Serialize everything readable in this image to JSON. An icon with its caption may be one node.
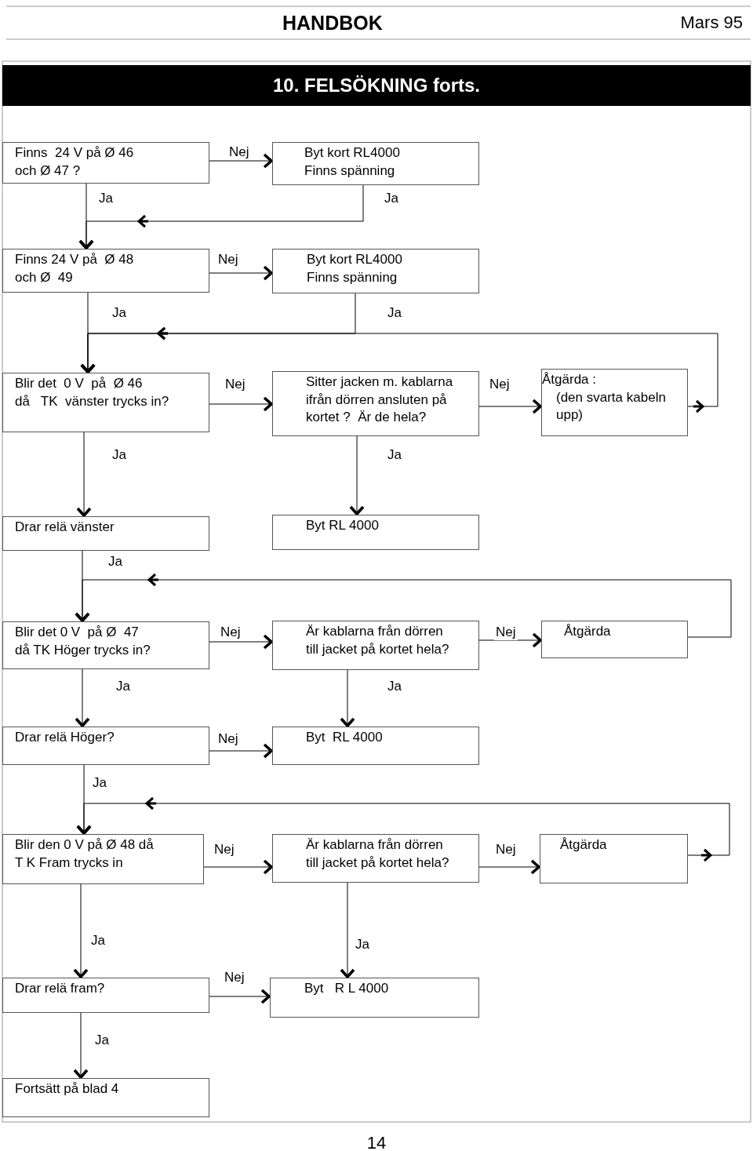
{
  "diagram": {
    "title": "10. FELSÖKNING forts.",
    "nodes": [
      {
        "text": [
          "Finns  24 V på Ø 46 och Ø 47 ?"
        ]
      },
      {
        "text": [
          "Byt kort RL4000 Finns spänning"
        ]
      },
      {
        "text": [
          "Finns 24 V på  Ø 48 och Ø  49"
        ]
      },
      {
        "text": [
          "Byt kort RL4000 Finns spänning"
        ]
      },
      {
        "text": [
          "Blir det  0 V  på  Ø 46 då   TK  vänster trycks in?"
        ]
      },
      {
        "text": [
          "Sitter jacken m. kablarna ifrån dörren ansluten på kortet ?  Är de hela?"
        ]
      },
      {
        "text": [
          "Åtgärda :",
          "(den svarta kabeln upp)"
        ]
      },
      {
        "text": [
          "Drar relä vänster"
        ]
      },
      {
        "text": [
          "Byt RL 4000"
        ]
      },
      {
        "text": [
          "Blir det 0 V  på Ø  47 då TK Höger trycks in?"
        ]
      },
      {
        "text": [
          "Är kablarna från dörren till jacket på kortet hela?"
        ]
      },
      {
        "text": [
          "Åtgärda"
        ]
      },
      {
        "text": [
          "Drar relä Höger?"
        ]
      },
      {
        "text": [
          "Byt  RL 4000"
        ]
      },
      {
        "text": [
          "Blir den 0 V på Ø 48 då T K Fram trycks in"
        ]
      },
      {
        "text": [
          "Är kablarna från dörren till jacket på kortet hela?"
        ]
      },
      {
        "text": [
          "Åtgärda"
        ]
      },
      {
        "text": [
          "Drar relä fram?"
        ]
      },
      {
        "text": [
          "Byt   R L 4000"
        ]
      },
      {
        "text": [
          "Fortsätt på blad 4"
        ]
      }
    ],
    "edges": [
      {
        "from": 0,
        "to": 1,
        "arrow": "to",
        "label": "Nej"
      },
      {
        "from": 0,
        "to": 2,
        "arrow": "to",
        "label": "Ja"
      },
      {
        "from": 1,
        "to": 2,
        "arrow": "to",
        "label": "Ja"
      },
      {
        "from": 2,
        "to": 3,
        "arrow": "to",
        "label": "Nej"
      },
      {
        "from": 2,
        "to": 4,
        "arrow": "to",
        "label": "Ja"
      },
      {
        "from": 3,
        "to": 4,
        "arrow": "to",
        "label": "Ja"
      },
      {
        "from": 6,
        "to": 4,
        "arrow": "to"
      },
      {
        "from": 4,
        "to": 5,
        "arrow": "to",
        "label": "Nej"
      },
      {
        "from": 5,
        "to": 6,
        "arrow": "to",
        "label": "Nej"
      },
      {
        "from": 4,
        "to": 7,
        "arrow": "to",
        "label": "Ja"
      },
      {
        "from": 5,
        "to": 8,
        "arrow": "to",
        "label": "Ja"
      },
      {
        "from": 7,
        "to": 9,
        "arrow": "to",
        "label": "Ja"
      },
      {
        "from": 11,
        "to": 9,
        "arrow": "to"
      },
      {
        "from": 9,
        "to": 10,
        "arrow": "to",
        "label": "Nej"
      },
      {
        "from": 10,
        "to": 11,
        "arrow": "to",
        "label": "Nej"
      },
      {
        "from": 9,
        "to": 12,
        "arrow": "to",
        "label": "Ja"
      },
      {
        "from": 10,
        "to": 13,
        "arrow": "to",
        "label": "Ja"
      },
      {
        "from": 12,
        "to": 13,
        "arrow": "to",
        "label": "Nej"
      },
      {
        "from": 12,
        "to": 14,
        "arrow": "to",
        "label": "Ja"
      },
      {
        "from": 16,
        "to": 14,
        "arrow": "to"
      },
      {
        "from": 14,
        "to": 15,
        "arrow": "to",
        "label": "Nej"
      },
      {
        "from": 15,
        "to": 16,
        "arrow": "to",
        "label": "Nej"
      },
      {
        "from": 14,
        "to": 17,
        "arrow": "to",
        "label": "Ja"
      },
      {
        "from": 15,
        "to": 18,
        "arrow": "to",
        "label": "Ja"
      },
      {
        "from": 17,
        "to": 18,
        "arrow": "to",
        "label": "Nej"
      },
      {
        "from": 17,
        "to": 19,
        "arrow": "to",
        "label": "Ja"
      }
    ],
    "labels": [
      "HANDBOK",
      "Mars 95",
      "14"
    ]
  }
}
